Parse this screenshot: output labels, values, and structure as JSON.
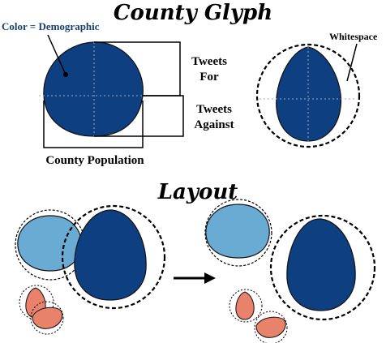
{
  "titles": {
    "glyph": "County Glyph",
    "layout": "Layout"
  },
  "annotations": {
    "color_demographic": "Color = Demographic",
    "tweets_for_line1": "Tweets",
    "tweets_for_line2": "For",
    "tweets_against_line1": "Tweets",
    "tweets_against_line2": "Against",
    "county_population": "County Population",
    "whitespace": "Whitespace"
  },
  "colors": {
    "dark_blue": "#0e3f80",
    "light_blue": "#6aabd4",
    "salmon": "#e8826a",
    "stroke": "#111111",
    "annotation_blue": "#1b3f73"
  },
  "icons": {
    "arrow": "right-arrow-icon"
  }
}
